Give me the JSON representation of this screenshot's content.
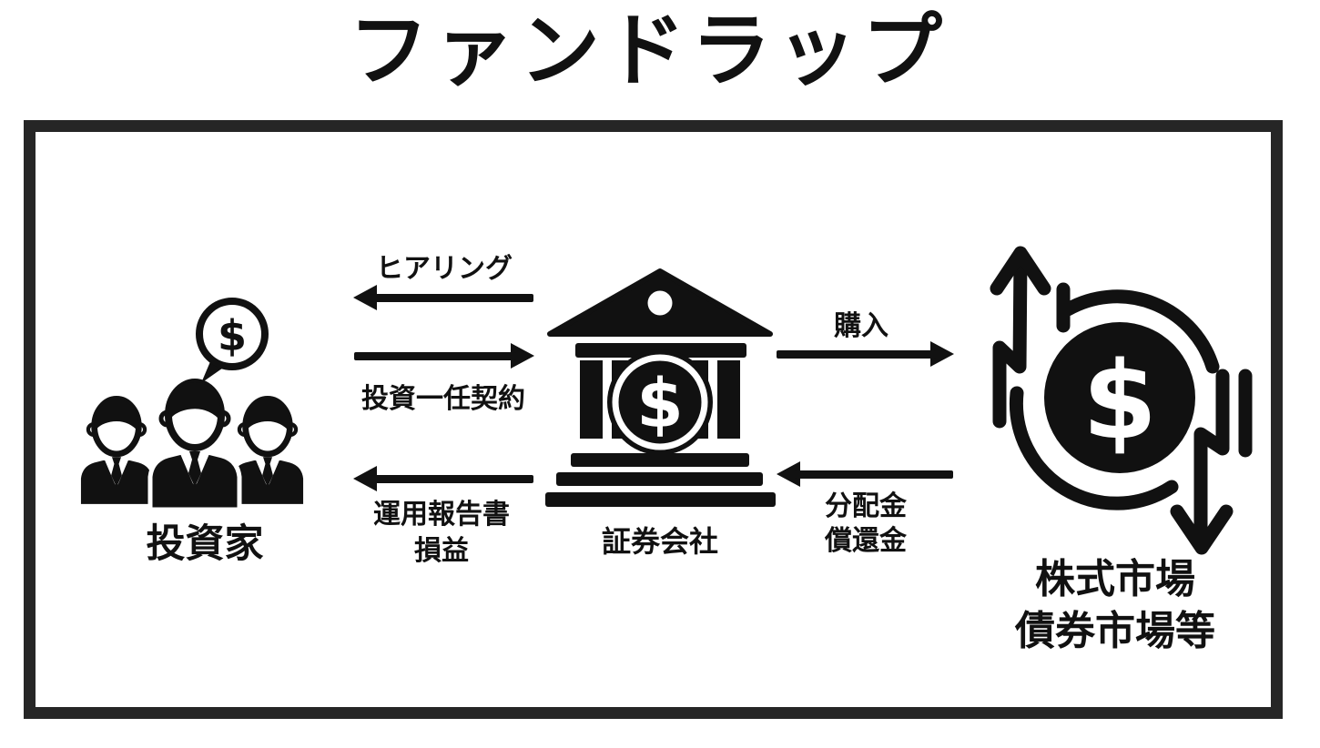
{
  "title": "ファンドラップ",
  "colors": {
    "ink": "#111111",
    "frame": "#262626",
    "background": "#ffffff"
  },
  "entities": {
    "investors": {
      "label": "投資家"
    },
    "securities_company": {
      "label": "証券会社"
    },
    "market": {
      "label_line1": "株式市場",
      "label_line2": "債券市場等"
    }
  },
  "flows": {
    "hearing": {
      "label": "ヒアリング",
      "direction": "left"
    },
    "contract": {
      "label": "投資一任契約",
      "direction": "right"
    },
    "report": {
      "label_line1": "運用報告書",
      "label_line2": "損益",
      "direction": "left"
    },
    "purchase": {
      "label": "購入",
      "direction": "right"
    },
    "distribution": {
      "label_line1": "分配金",
      "label_line2": "償還金",
      "direction": "left"
    }
  },
  "symbols": {
    "dollar": "$"
  }
}
